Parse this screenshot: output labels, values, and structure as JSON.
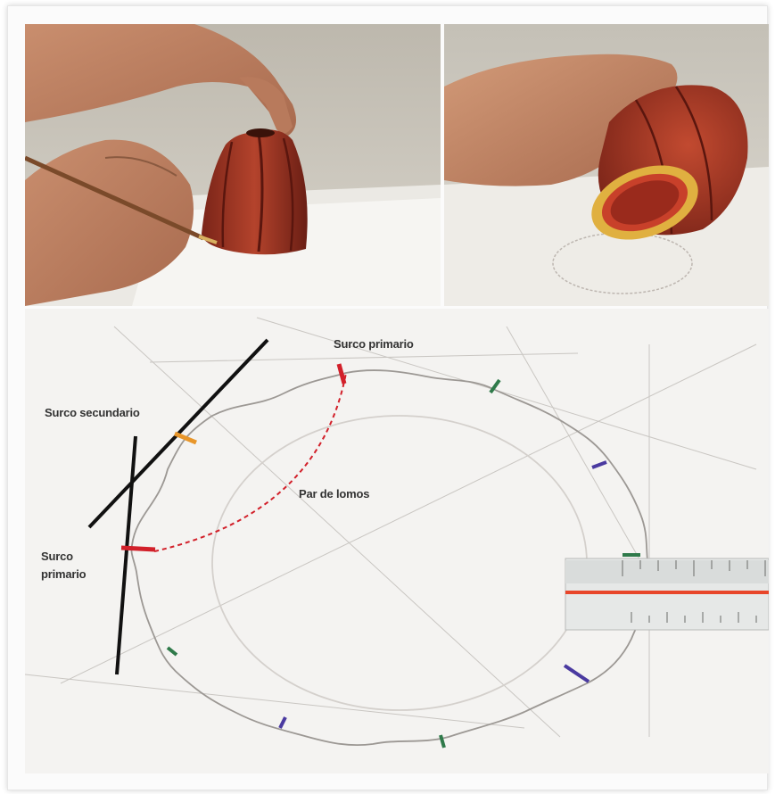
{
  "labels": {
    "surco_primario_top": "Surco primario",
    "surco_secundario": "Surco secundario",
    "par_de_lomos": "Par de lomos",
    "surco_primario_left": "Surco primario"
  },
  "photos": {
    "left": "hands tracing cocoa pod outline with pencil",
    "right": "hand holding cut cocoa pod shell over traced outline"
  },
  "colors": {
    "pod_red": "#a83a2a",
    "pod_yellow": "#e0b040",
    "marker_red": "#d2202a",
    "marker_orange": "#e8962a",
    "marker_green": "#2f7a4a",
    "marker_purple": "#4a3aa0",
    "ruler_orange": "#e8462a"
  }
}
